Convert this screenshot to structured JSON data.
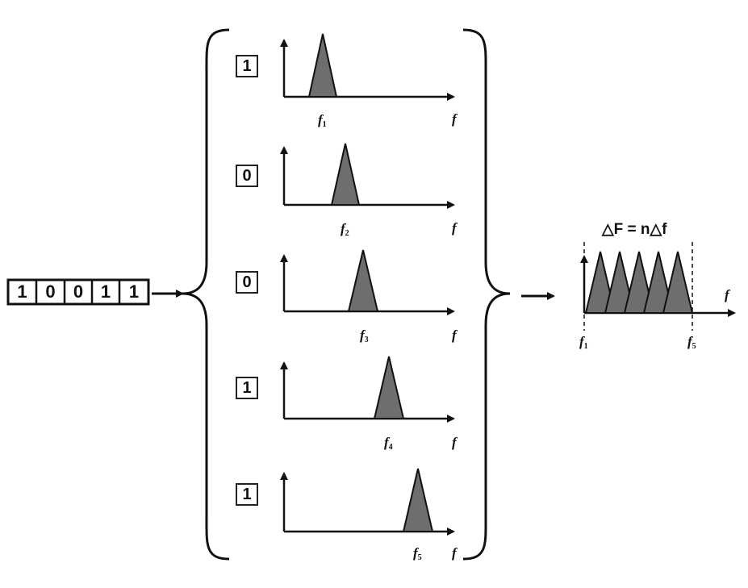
{
  "input_bits": [
    "1",
    "0",
    "0",
    "1",
    "1"
  ],
  "channels": [
    {
      "bit": "1",
      "freq_symbol": "f",
      "freq_sub": "1",
      "axis_label": "f"
    },
    {
      "bit": "0",
      "freq_symbol": "f",
      "freq_sub": "2",
      "axis_label": "f"
    },
    {
      "bit": "0",
      "freq_symbol": "f",
      "freq_sub": "3",
      "axis_label": "f"
    },
    {
      "bit": "1",
      "freq_symbol": "f",
      "freq_sub": "4",
      "axis_label": "f"
    },
    {
      "bit": "1",
      "freq_symbol": "f",
      "freq_sub": "5",
      "axis_label": "f"
    }
  ],
  "combined": {
    "bandwidth_label": "△F = n△f",
    "axis_label": "f",
    "start_symbol": "f",
    "start_sub": "1",
    "end_symbol": "f",
    "end_sub": "5"
  },
  "colors": {
    "triangle_fill": "#6e6e6e",
    "line": "#111111"
  }
}
